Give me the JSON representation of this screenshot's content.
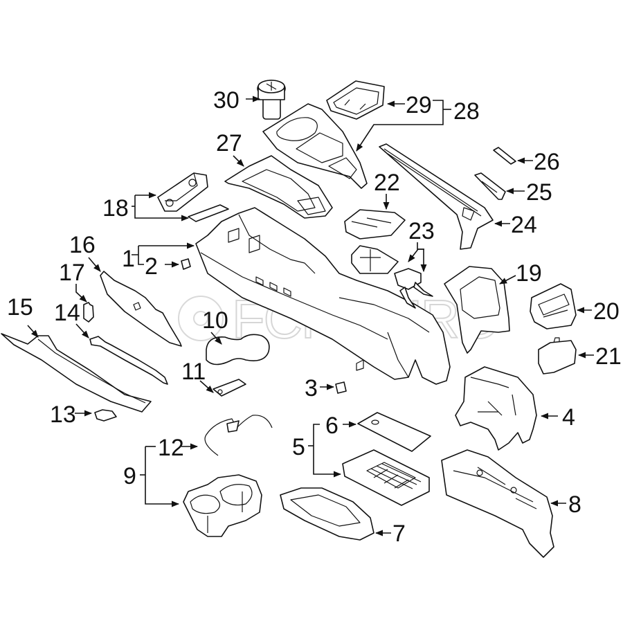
{
  "diagram": {
    "title": "Center Console Assembly - Exploded Parts View",
    "watermark": "FCP EURO",
    "line_color": "#111111",
    "background": "#ffffff",
    "callouts": [
      {
        "id": "c1",
        "label": "1",
        "part": "console-body"
      },
      {
        "id": "c2",
        "label": "2",
        "part": "small-clip"
      },
      {
        "id": "c3",
        "label": "3",
        "part": "square-pad"
      },
      {
        "id": "c4",
        "label": "4",
        "part": "support-bracket"
      },
      {
        "id": "c5",
        "label": "5",
        "part": "storage-tray-assembly"
      },
      {
        "id": "c6",
        "label": "6",
        "part": "tray-mat"
      },
      {
        "id": "c7",
        "label": "7",
        "part": "tray-bezel"
      },
      {
        "id": "c8",
        "label": "8",
        "part": "floor-bracket"
      },
      {
        "id": "c9",
        "label": "9",
        "part": "cup-holder-assembly"
      },
      {
        "id": "c10",
        "label": "10",
        "part": "cup-holder-mat"
      },
      {
        "id": "c11",
        "label": "11",
        "part": "mat-clip"
      },
      {
        "id": "c12",
        "label": "12",
        "part": "cup-holder-spring"
      },
      {
        "id": "c13",
        "label": "13",
        "part": "retainer-clip"
      },
      {
        "id": "c14",
        "label": "14",
        "part": "side-trim-strip"
      },
      {
        "id": "c15",
        "label": "15",
        "part": "side-trim-panel"
      },
      {
        "id": "c16",
        "label": "16",
        "part": "side-panel"
      },
      {
        "id": "c17",
        "label": "17",
        "part": "side-panel-clip"
      },
      {
        "id": "c18",
        "label": "18",
        "part": "storage-box-assembly"
      },
      {
        "id": "c19",
        "label": "19",
        "part": "rear-panel"
      },
      {
        "id": "c20",
        "label": "20",
        "part": "rear-vent"
      },
      {
        "id": "c21",
        "label": "21",
        "part": "rear-socket"
      },
      {
        "id": "c22",
        "label": "22",
        "part": "armrest-pad"
      },
      {
        "id": "c23",
        "label": "23",
        "part": "armrest-hinge"
      },
      {
        "id": "c24",
        "label": "24",
        "part": "upper-trim-rail"
      },
      {
        "id": "c25",
        "label": "25",
        "part": "trim-insert"
      },
      {
        "id": "c26",
        "label": "26",
        "part": "trim-strip"
      },
      {
        "id": "c27",
        "label": "27",
        "part": "shifter-bezel"
      },
      {
        "id": "c28",
        "label": "28",
        "part": "top-trim-assembly"
      },
      {
        "id": "c29",
        "label": "29",
        "part": "switch-bezel"
      },
      {
        "id": "c30",
        "label": "30",
        "part": "shift-knob"
      }
    ]
  }
}
